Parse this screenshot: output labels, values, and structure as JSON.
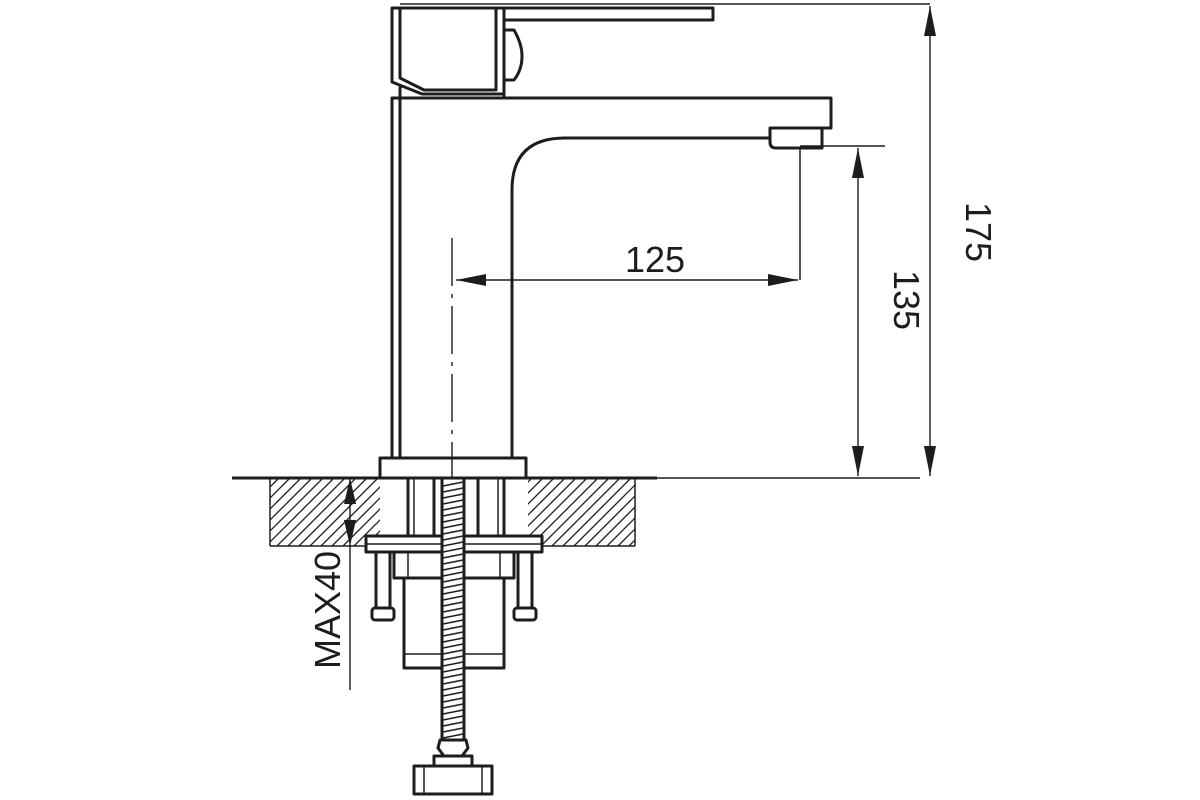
{
  "diagram": {
    "dimensions": {
      "spout_reach": "125",
      "spout_height": "135",
      "overall_height": "175",
      "max_deck_thickness": "MAX40"
    },
    "colors": {
      "line": "#1d1d1b",
      "background": "#ffffff"
    }
  }
}
